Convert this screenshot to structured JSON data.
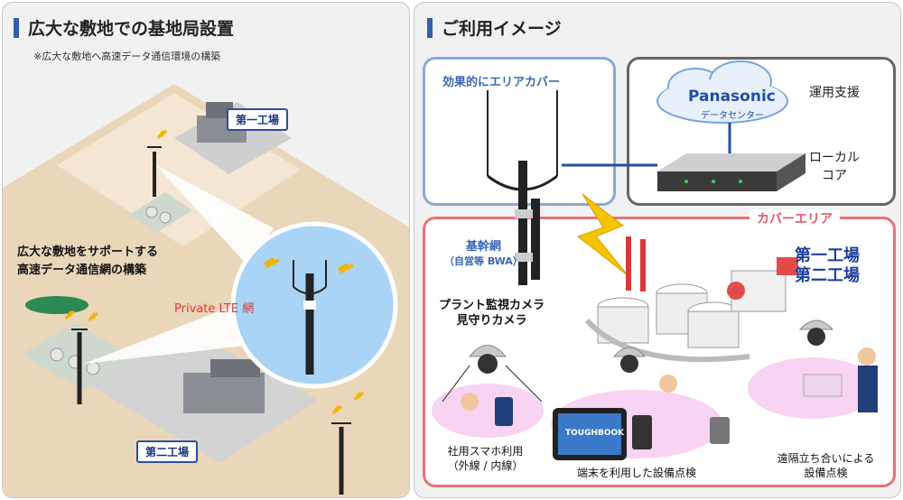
{
  "left": {
    "title": "広大な敷地での基地局設置",
    "subtitle": "※広大な敷地へ高速データ通信環境の構築",
    "factory1_tag": "第一工場",
    "factory2_tag": "第二工場",
    "network_line1": "広大な敷地をサポートする",
    "network_line2": "高速データ通信網の構築",
    "lte_label": "Private LTE 網"
  },
  "right": {
    "title": "ご利用イメージ",
    "area_box_title": "効果的にエリアカバー",
    "cloud_brand": "Panasonic",
    "cloud_sub": "データセンター",
    "ops_support": "運用支援",
    "local_core_line1": "ローカル",
    "local_core_line2": "コア",
    "coverage_label": "カバーエリア",
    "backbone_line1": "基幹網",
    "backbone_line2": "（自営等 BWA）",
    "factory1": "第一工場",
    "factory2": "第二工場",
    "camera_line1": "プラント監視カメラ",
    "camera_line2": "見守りカメラ",
    "phone_line1": "社用スマホ利用",
    "phone_line2": "（外線 / 内線）",
    "terminal_label": "端末を利用した設備点検",
    "remote_line1": "遠隔立ち合いによる",
    "remote_line2": "設備点検",
    "tablet_brand": "TOUGHBOOK"
  },
  "colors": {
    "accent_blue": "#2f5fa8",
    "coverage_pink": "#e8707a",
    "area_blue": "#8aa9d6",
    "sky_circle": "#a9d4f5",
    "ground": "#e8d4b8"
  }
}
